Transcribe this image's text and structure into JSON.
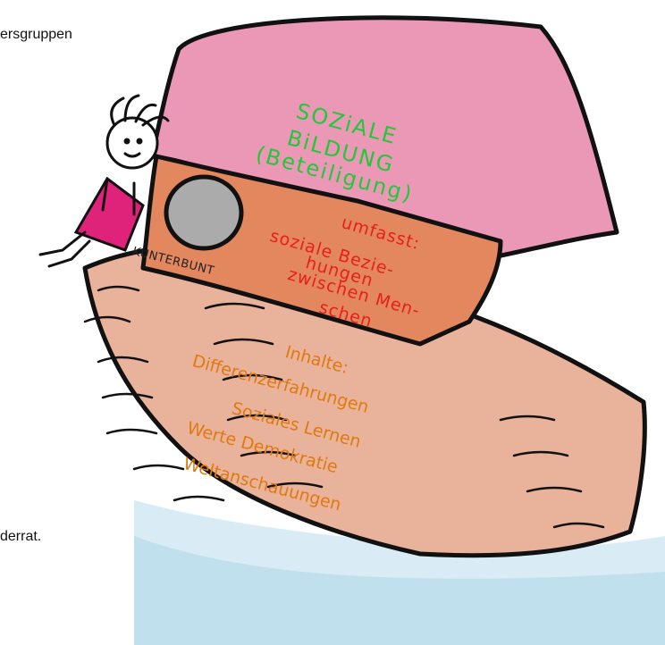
{
  "fragments": {
    "top": "ersgruppen",
    "bottom": "derrat."
  },
  "boat_name": "KUNTERBUNT",
  "title": {
    "line1": "SOZiALE",
    "line2": "BiLDUNG",
    "line3": "(Beteiligung)"
  },
  "definition": {
    "line1": "umfasst:",
    "line2": "soziale Bezie-",
    "line3": "hungen",
    "line4": "zwischen Men-",
    "line5": "schen"
  },
  "contents": {
    "heading": "Inhalte:",
    "items": [
      "Differenzerfahrungen",
      "Soziales Lernen",
      "Werte Demokratie",
      "Weltanschauungen"
    ]
  },
  "colors": {
    "roof": "#e79bb7",
    "cabin": "#e48a68",
    "hull": "#e6a98f",
    "water": "#bfe0ef",
    "title": "#22c83a",
    "definition": "#e8201a",
    "contents": "#e07a10",
    "porthole": "#a9a9a9",
    "girl_dress": "#e0237a"
  }
}
